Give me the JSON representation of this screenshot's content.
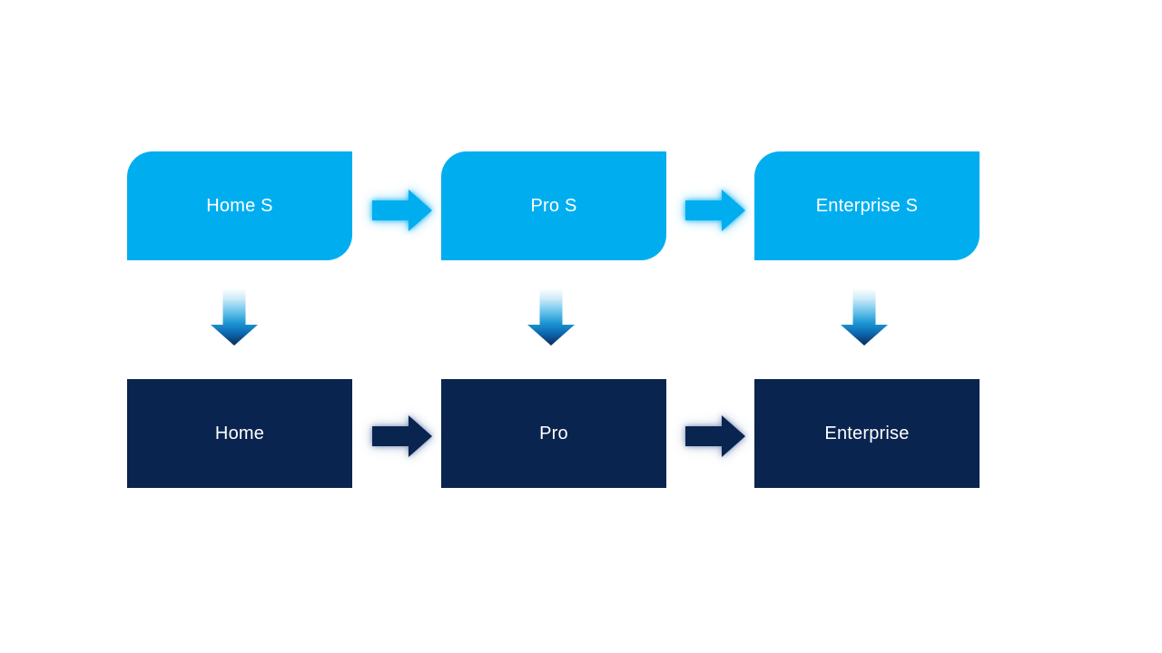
{
  "diagram": {
    "top_row": [
      {
        "label": "Home S"
      },
      {
        "label": "Pro S"
      },
      {
        "label": "Enterprise S"
      }
    ],
    "bottom_row": [
      {
        "label": "Home"
      },
      {
        "label": "Pro"
      },
      {
        "label": "Enterprise"
      }
    ],
    "connections": {
      "horizontal_top": [
        "Home S → Pro S",
        "Pro S → Enterprise S"
      ],
      "horizontal_bottom": [
        "Home → Pro",
        "Pro → Enterprise"
      ],
      "vertical": [
        "Home S → Home",
        "Pro S → Pro",
        "Enterprise S → Enterprise"
      ]
    },
    "colors": {
      "light_blue": "#00AEF0",
      "dark_navy": "#0A2450",
      "text": "#FFFFFF",
      "down_arrow_gradient": [
        "#FFFFFF",
        "#CDEAF8",
        "#6CC4EC",
        "#1E98D5",
        "#0C6AB1",
        "#0B2A57"
      ]
    }
  }
}
